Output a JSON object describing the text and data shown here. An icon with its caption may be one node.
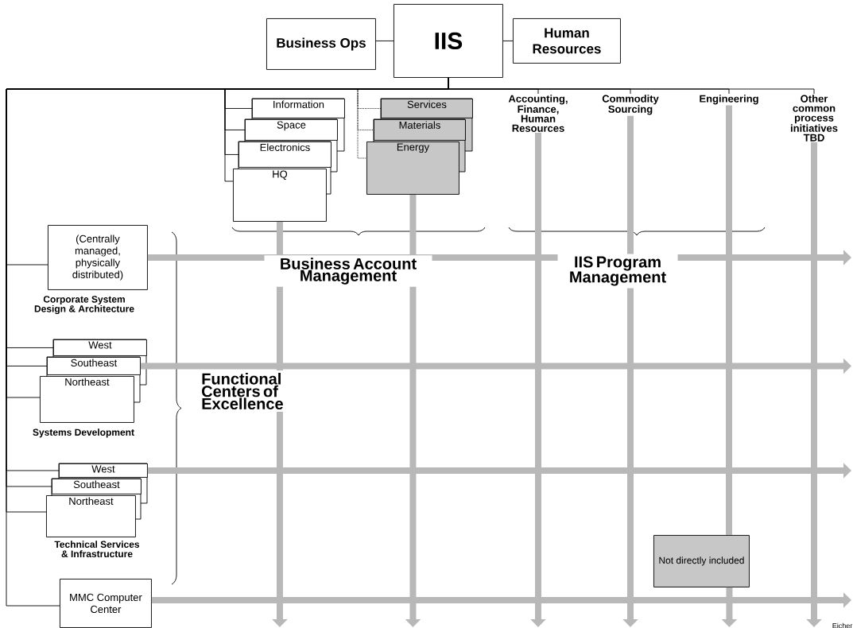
{
  "diagram": {
    "nodes": [
      {
        "text": [
          "Business Ops"
        ]
      },
      {
        "text": [
          "IIS"
        ]
      },
      {
        "text": [
          "Human Resources"
        ]
      },
      {
        "text": [
          "Information"
        ]
      },
      {
        "text": [
          "Space"
        ]
      },
      {
        "text": [
          "Electronics"
        ]
      },
      {
        "text": [
          "HQ"
        ]
      },
      {
        "text": [
          "Services"
        ]
      },
      {
        "text": [
          "Materials"
        ]
      },
      {
        "text": [
          "Energy"
        ]
      },
      {
        "text": [
          "Accounting, Finance, Human Resources"
        ]
      },
      {
        "text": [
          "Commodity Sourcing"
        ]
      },
      {
        "text": [
          "Engineering"
        ]
      },
      {
        "text": [
          "Other common process initiatives TBD"
        ]
      },
      {
        "text": [
          "(Centrally managed, physically distributed)"
        ],
        "beside": [
          "Corporate System Design & Architecture"
        ]
      },
      {
        "text": [
          "West"
        ]
      },
      {
        "text": [
          "Southeast"
        ]
      },
      {
        "text": [
          "Northeast"
        ],
        "beside": [
          "Systems Development"
        ]
      },
      {
        "text": [
          "West"
        ]
      },
      {
        "text": [
          "Southeast"
        ]
      },
      {
        "text": [
          "Northeast"
        ],
        "beside": [
          "Technical Services & Infrastructure"
        ]
      },
      {
        "text": [
          "MMC Computer Center"
        ]
      },
      {
        "text": [
          "Not directly included"
        ]
      }
    ],
    "edges": [
      {
        "from": 1,
        "to": 0,
        "arrow": "none"
      },
      {
        "from": 1,
        "to": 2,
        "arrow": "none"
      },
      {
        "from": 1,
        "to": 3,
        "arrow": "none"
      },
      {
        "from": 1,
        "to": 4,
        "arrow": "none"
      },
      {
        "from": 1,
        "to": 5,
        "arrow": "none"
      },
      {
        "from": 1,
        "to": 6,
        "arrow": "none"
      },
      {
        "from": 1,
        "to": 7,
        "arrow": "none",
        "style": "dashed"
      },
      {
        "from": 1,
        "to": 8,
        "arrow": "none",
        "style": "dashed"
      },
      {
        "from": 1,
        "to": 9,
        "arrow": "none",
        "style": "dashed"
      },
      {
        "from": 1,
        "to": 10,
        "arrow": "none"
      },
      {
        "from": 1,
        "to": 11,
        "arrow": "none"
      },
      {
        "from": 1,
        "to": 12,
        "arrow": "none"
      },
      {
        "from": 1,
        "to": 13,
        "arrow": "none"
      },
      {
        "from": 1,
        "to": 14,
        "arrow": "none"
      },
      {
        "from": 1,
        "to": 15,
        "arrow": "none"
      },
      {
        "from": 1,
        "to": 16,
        "arrow": "none"
      },
      {
        "from": 1,
        "to": 17,
        "arrow": "none"
      },
      {
        "from": 1,
        "to": 18,
        "arrow": "none"
      },
      {
        "from": 1,
        "to": 19,
        "arrow": "none"
      },
      {
        "from": 1,
        "to": 20,
        "arrow": "none"
      },
      {
        "from": 1,
        "to": 21,
        "arrow": "none"
      },
      {
        "from": 6,
        "to": null,
        "arrow": "to",
        "style": "thick",
        "color": "#b8b8b8"
      },
      {
        "from": 9,
        "to": null,
        "arrow": "to",
        "style": "thick",
        "color": "#b8b8b8"
      },
      {
        "from": 10,
        "to": null,
        "arrow": "to",
        "style": "thick",
        "color": "#b8b8b8"
      },
      {
        "from": 11,
        "to": null,
        "arrow": "to",
        "style": "thick",
        "color": "#b8b8b8"
      },
      {
        "from": 12,
        "to": 22,
        "arrow": "none",
        "style": "thick",
        "color": "#b8b8b8"
      },
      {
        "from": 22,
        "to": null,
        "arrow": "to",
        "style": "thick",
        "color": "#b8b8b8"
      },
      {
        "from": 13,
        "to": null,
        "arrow": "to",
        "style": "thick",
        "color": "#b8b8b8"
      },
      {
        "from": 14,
        "to": null,
        "arrow": "to",
        "style": "thick",
        "color": "#b8b8b8"
      },
      {
        "from": 16,
        "to": null,
        "arrow": "to",
        "style": "thick",
        "color": "#b8b8b8"
      },
      {
        "from": 18,
        "to": null,
        "arrow": "to",
        "style": "thick",
        "color": "#b8b8b8"
      },
      {
        "from": 21,
        "to": null,
        "arrow": "to",
        "style": "thick",
        "color": "#b8b8b8"
      }
    ],
    "labels": [
      "Business Account Management",
      "IIS Program Management",
      "Functional Centers of Excellence",
      "Eicher"
    ]
  }
}
